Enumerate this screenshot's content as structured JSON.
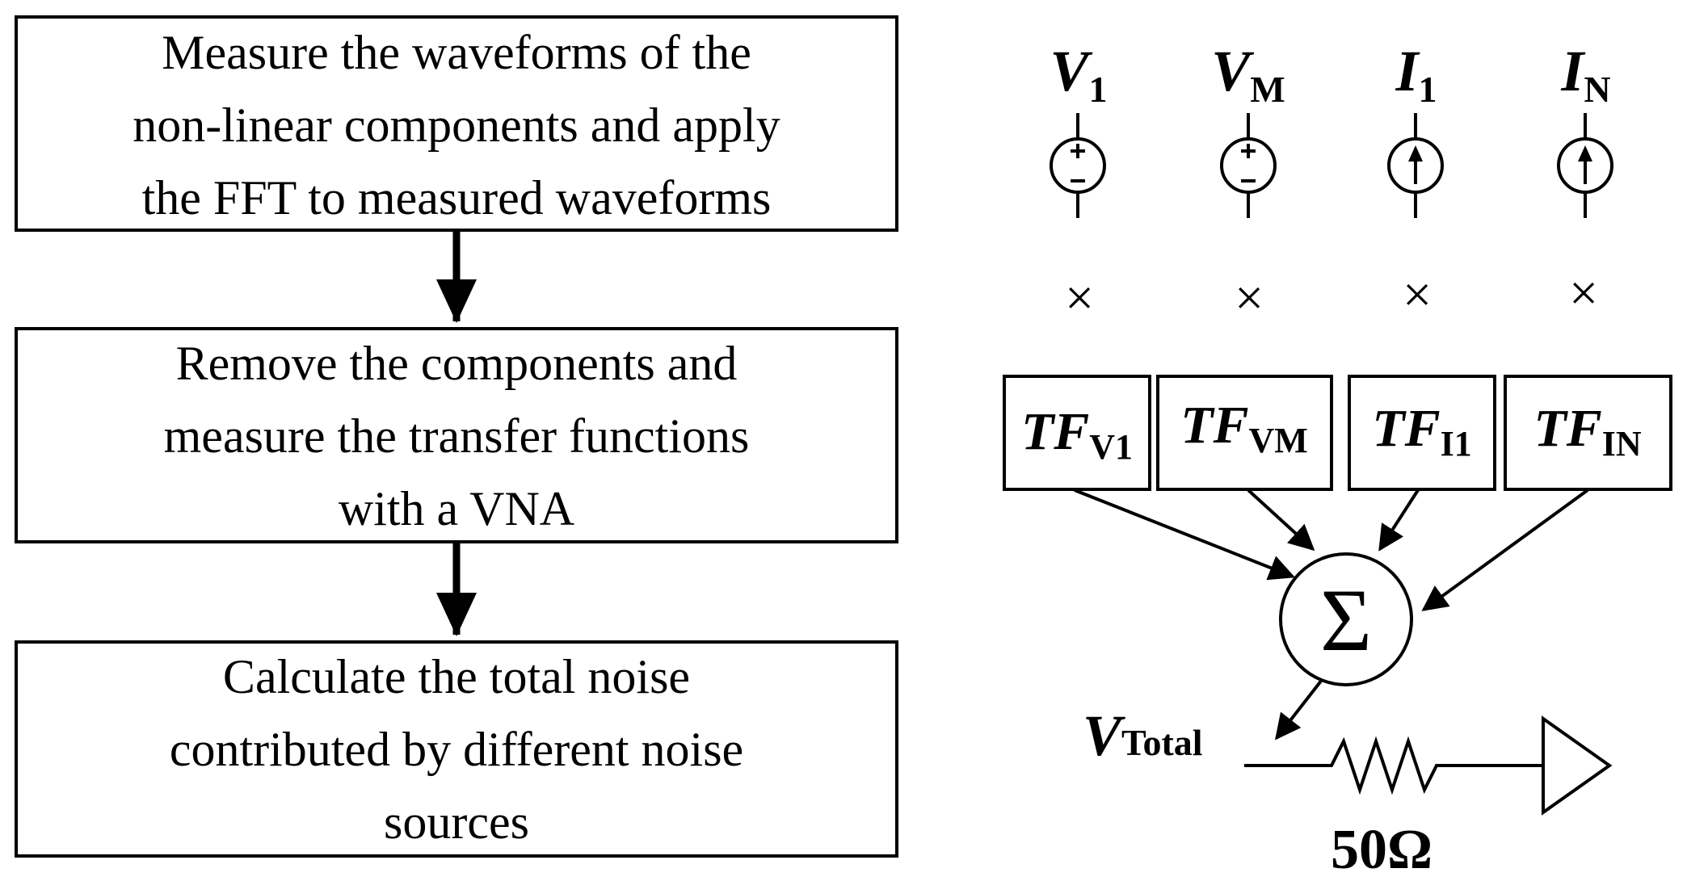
{
  "flowchart": {
    "steps": [
      {
        "lines": [
          "Measure the waveforms of the",
          "non-linear components and apply",
          "the FFT to measured waveforms"
        ]
      },
      {
        "lines": [
          "Remove the components and",
          "measure the transfer functions",
          "with a VNA"
        ]
      },
      {
        "lines": [
          "Calculate the total noise",
          "contributed by different noise",
          "sources"
        ]
      }
    ]
  },
  "sources": [
    {
      "symbol": "V",
      "subscript": "1",
      "type": "voltage"
    },
    {
      "symbol": "V",
      "subscript": "M",
      "type": "voltage"
    },
    {
      "symbol": "I",
      "subscript": "1",
      "type": "current"
    },
    {
      "symbol": "I",
      "subscript": "N",
      "type": "current"
    }
  ],
  "multiply_symbol": "×",
  "transfer_functions": [
    {
      "symbol": "TF",
      "subscript": "V1"
    },
    {
      "symbol": "TF",
      "subscript": "VM"
    },
    {
      "symbol": "TF",
      "subscript": "I1"
    },
    {
      "symbol": "TF",
      "subscript": "IN"
    }
  ],
  "summer": {
    "symbol": "Σ"
  },
  "output": {
    "symbol": "V",
    "subscript": "Total"
  },
  "resistor": {
    "label": "50Ω"
  },
  "colors": {
    "stroke": "#000000",
    "background": "#ffffff"
  }
}
